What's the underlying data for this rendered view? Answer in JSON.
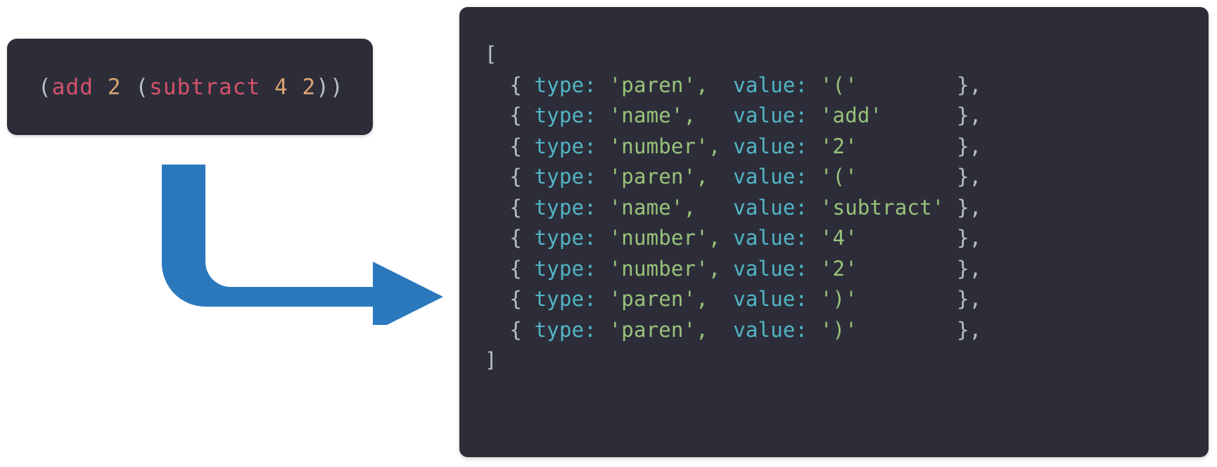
{
  "background_color": "#ffffff",
  "source_panel": {
    "name": "source-code-panel",
    "background_color": "#2d2d3a",
    "code_text": "(add 2 (subtract 4 2))",
    "tokens": [
      {
        "text": "(",
        "kind": "paren"
      },
      {
        "text": "add",
        "kind": "name"
      },
      {
        "text": " ",
        "kind": "space"
      },
      {
        "text": "2",
        "kind": "number"
      },
      {
        "text": " ",
        "kind": "space"
      },
      {
        "text": "(",
        "kind": "paren"
      },
      {
        "text": "subtract",
        "kind": "name"
      },
      {
        "text": " ",
        "kind": "space"
      },
      {
        "text": "4",
        "kind": "number"
      },
      {
        "text": " ",
        "kind": "space"
      },
      {
        "text": "2",
        "kind": "number"
      },
      {
        "text": ")",
        "kind": "paren"
      },
      {
        "text": ")",
        "kind": "paren"
      }
    ],
    "colors": {
      "paren": "#b9bfc9",
      "name": "#d4536b",
      "number": "#d9a471"
    }
  },
  "arrow": {
    "name": "flow-arrow",
    "color": "#2a79bd",
    "direction": "down-then-right",
    "shape": "elbow-arrow"
  },
  "tokens_panel": {
    "name": "tokens-output-panel",
    "background_color": "#2d2d3a",
    "open_bracket": "[",
    "close_bracket": "]",
    "colors": {
      "punctuation": "#b9bfc9",
      "key": "#52b5c4",
      "string": "#98c379"
    },
    "key_type": "type:",
    "key_value": "value:",
    "rows": [
      {
        "type": "'paren',",
        "type_pad": "  ",
        "value": "'('",
        "value_pad": "        "
      },
      {
        "type": "'name',",
        "type_pad": "   ",
        "value": "'add'",
        "value_pad": "      "
      },
      {
        "type": "'number',",
        "type_pad": " ",
        "value": "'2'",
        "value_pad": "        "
      },
      {
        "type": "'paren',",
        "type_pad": "  ",
        "value": "'('",
        "value_pad": "        "
      },
      {
        "type": "'name',",
        "type_pad": "   ",
        "value": "'subtract'",
        "value_pad": " "
      },
      {
        "type": "'number',",
        "type_pad": " ",
        "value": "'4'",
        "value_pad": "        "
      },
      {
        "type": "'number',",
        "type_pad": " ",
        "value": "'2'",
        "value_pad": "        "
      },
      {
        "type": "'paren',",
        "type_pad": "  ",
        "value": "')'",
        "value_pad": "        "
      },
      {
        "type": "'paren',",
        "type_pad": "  ",
        "value": "')'",
        "value_pad": "        "
      }
    ],
    "row_open": "{ ",
    "row_close": "},",
    "indent": "  "
  }
}
